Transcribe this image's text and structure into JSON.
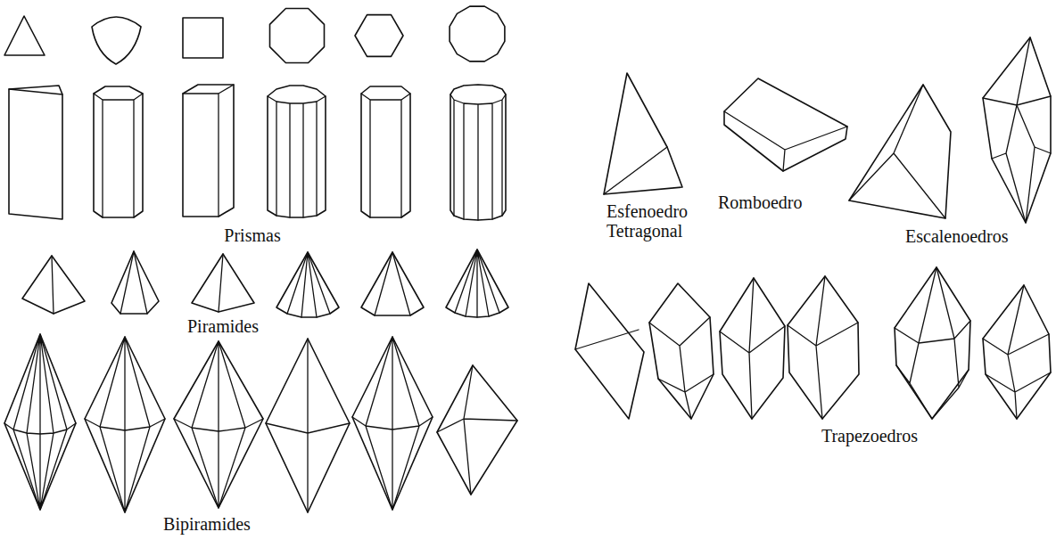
{
  "diagram": {
    "labels": [
      "Prismas",
      "Piramides",
      "Bipiramides",
      "Esfenoedro Tetragonal",
      "Romboedro",
      "Escalenoedros",
      "Trapezoedros"
    ]
  }
}
